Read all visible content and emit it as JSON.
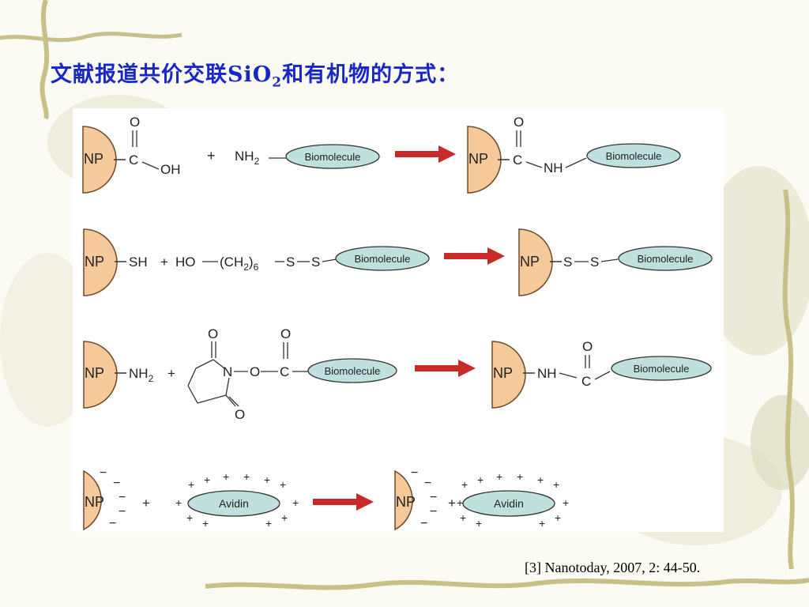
{
  "slide": {
    "title_main": "文献报道共价交联SiO",
    "title_sub": "2",
    "title_tail": "和有机物的方式：",
    "citation": "[3] Nanotoday, 2007,  2:  44-50."
  },
  "colors": {
    "title": "#1a27c8",
    "np_fill": "#f6c99a",
    "biomolecule_fill": "#bfe0dc",
    "arrow": "#c82a2a"
  },
  "scheme": {
    "np": "NP",
    "biomolecule": "Biomolecule",
    "avidin": "Avidin",
    "r1": {
      "o": "O",
      "c": "C",
      "oh": "OH",
      "plus": "+",
      "nh2": "NH",
      "sub2": "2",
      "p_o": "O",
      "p_c": "C",
      "p_nh": "NH"
    },
    "r2": {
      "sh": "SH",
      "plus": "+",
      "ho": "HO",
      "ch2": "(CH",
      "sub2": "2",
      "close": ")",
      "sub6": "6",
      "s1": "S",
      "s2": "S",
      "p_s1": "S",
      "p_s2": "S"
    },
    "r3": {
      "nh2": "NH",
      "sub2": "2",
      "plus": "+",
      "o_top": "O",
      "n": "N",
      "o_link": "O",
      "o_bot": "O",
      "o_ester": "O",
      "c": "C",
      "p_nh": "NH",
      "p_o": "O",
      "p_c": "C"
    },
    "r4": {
      "minus": "−",
      "plus": "+",
      "avidin_plus": "+"
    }
  }
}
